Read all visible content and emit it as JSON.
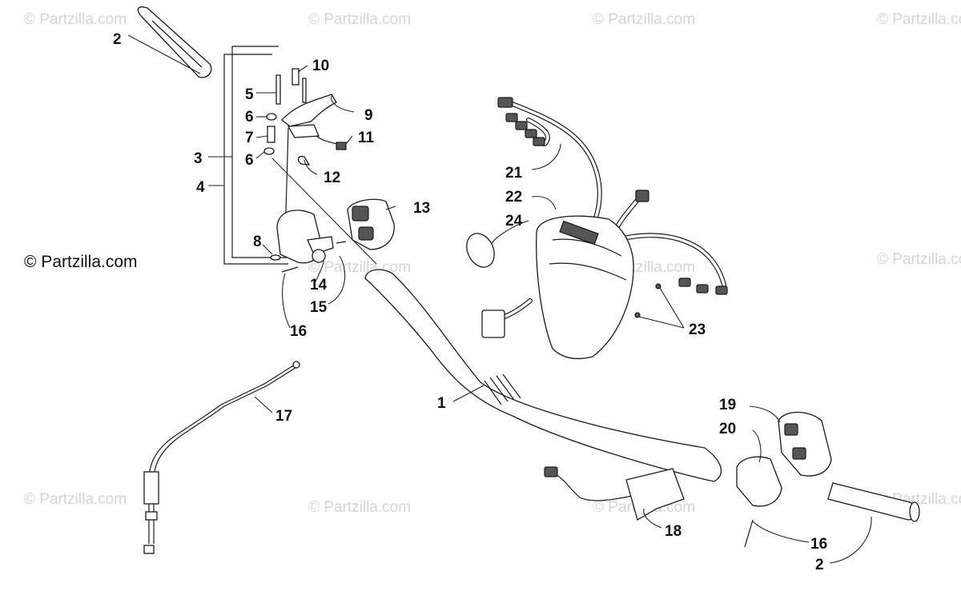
{
  "brand_label": "© Partzilla.com",
  "watermark_text": "© Partzilla.com",
  "callouts": {
    "c1": "1",
    "c2a": "2",
    "c2b": "2",
    "c3": "3",
    "c4": "4",
    "c5": "5",
    "c6a": "6",
    "c6b": "6",
    "c7": "7",
    "c8": "8",
    "c9": "9",
    "c10": "10",
    "c11": "11",
    "c12": "12",
    "c13": "13",
    "c14": "14",
    "c15": "15",
    "c16a": "16",
    "c16b": "16",
    "c17": "17",
    "c18": "18",
    "c19": "19",
    "c20": "20",
    "c21": "21",
    "c22": "22",
    "c23": "23",
    "c24": "24"
  },
  "colors": {
    "ink": "#111111",
    "watermark": "#d4d4d4",
    "background": "#ffffff"
  }
}
